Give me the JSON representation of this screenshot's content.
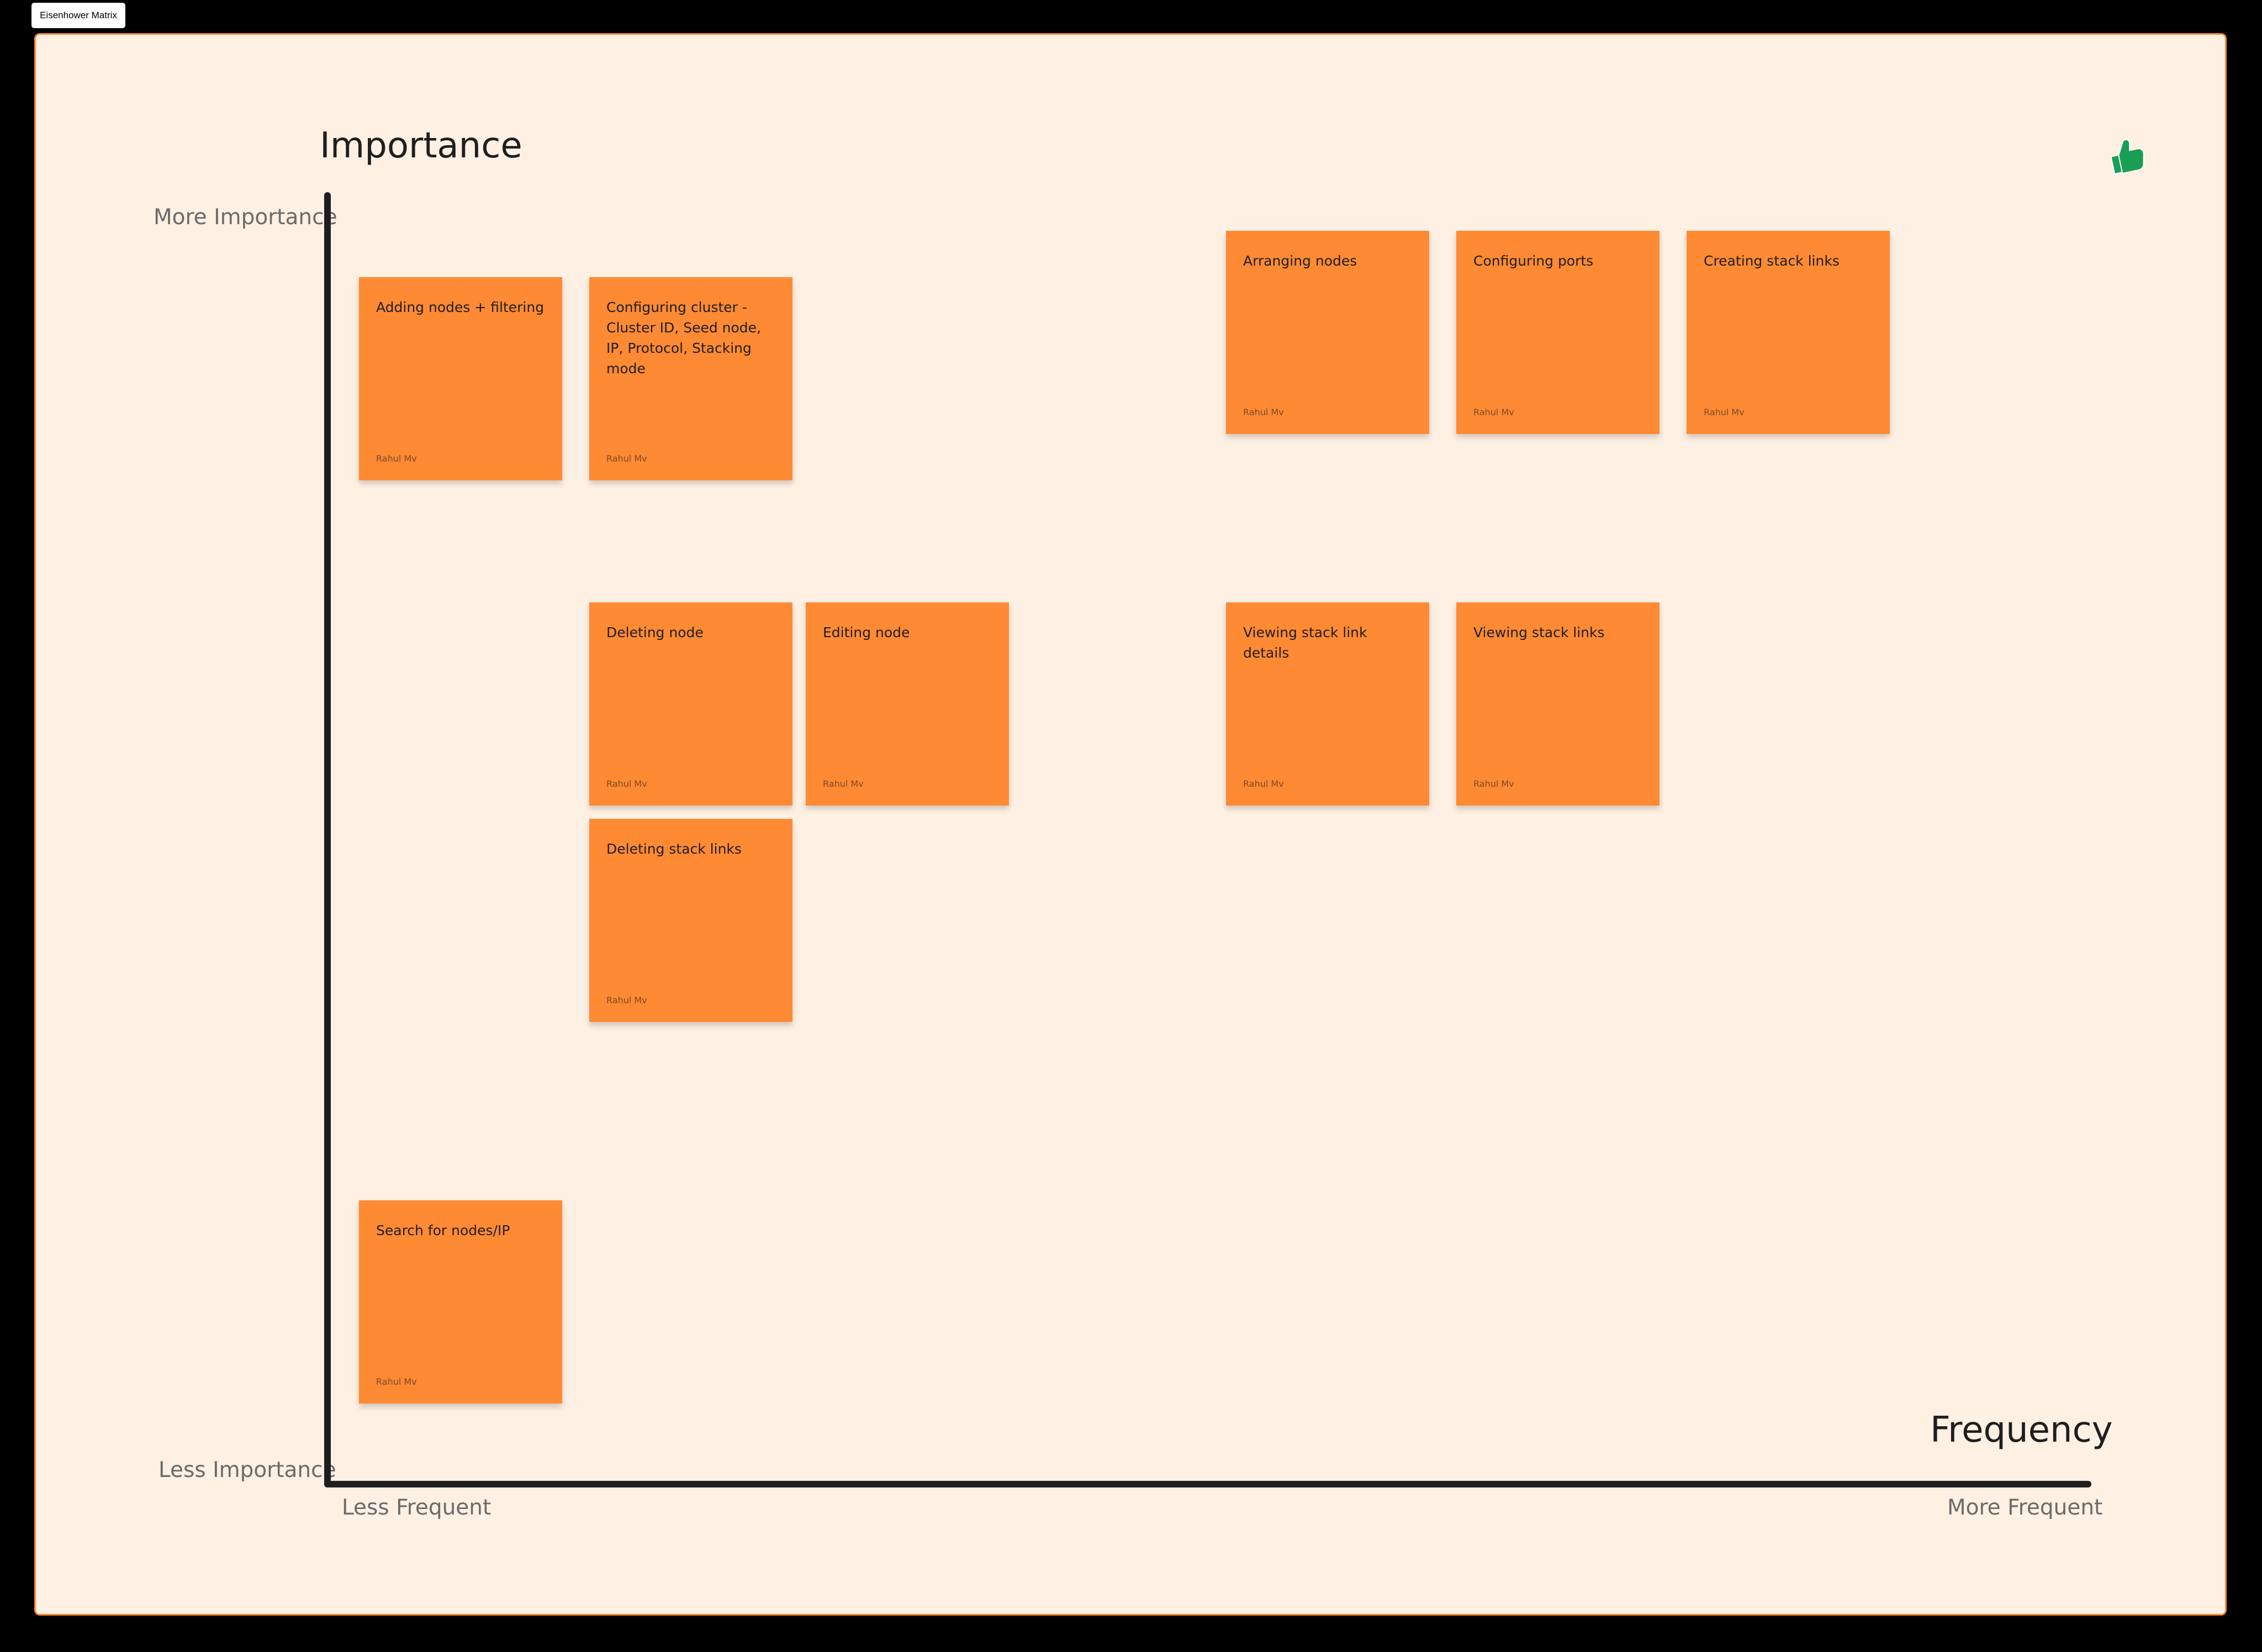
{
  "frame": {
    "name": "Eisenhower Matrix"
  },
  "axes": {
    "y_title": "Importance",
    "y_top": "More Importance",
    "y_bottom": "Less Importance",
    "x_title": "Frequency",
    "x_left": "Less Frequent",
    "x_right": "More Frequent"
  },
  "stickies": [
    {
      "text": "Adding nodes + filtering",
      "author": "Rahul Mv"
    },
    {
      "text": "Configuring cluster - Cluster ID, Seed node, IP, Protocol, Stacking mode",
      "author": "Rahul Mv"
    },
    {
      "text": "Arranging nodes",
      "author": "Rahul Mv"
    },
    {
      "text": "Configuring ports",
      "author": "Rahul Mv"
    },
    {
      "text": "Creating stack links",
      "author": "Rahul Mv"
    },
    {
      "text": "Deleting node",
      "author": "Rahul Mv"
    },
    {
      "text": "Editing node",
      "author": "Rahul Mv"
    },
    {
      "text": "Viewing stack link details",
      "author": "Rahul Mv"
    },
    {
      "text": "Viewing stack links",
      "author": "Rahul Mv"
    },
    {
      "text": "Deleting stack links",
      "author": "Rahul Mv"
    },
    {
      "text": "Search for nodes/IP",
      "author": "Rahul Mv"
    }
  ],
  "colors": {
    "board": "#fef0e3",
    "board_border": "#f48a3a",
    "sticky": "#ff8a34",
    "axis": "#1e1e1e",
    "sticker": "#1a9e55"
  },
  "sticker": {
    "icon": "thumbs-up-icon"
  }
}
